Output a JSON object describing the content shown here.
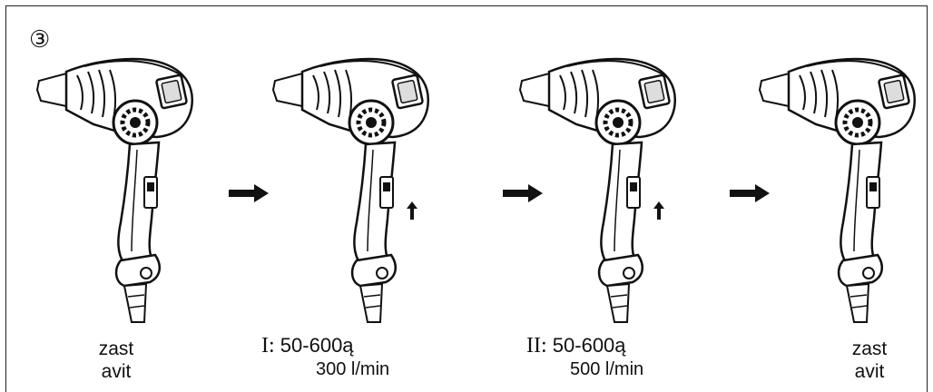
{
  "step_number": "③",
  "labels": {
    "left_line1": "zast",
    "left_line2": "avit",
    "right_line1": "zast",
    "right_line2": "avit"
  },
  "modes": [
    {
      "roman": "I:",
      "range": "50-600ą",
      "flow": "300 l/min"
    },
    {
      "roman": "II:",
      "range": "50-600ą",
      "flow": "500 l/min"
    }
  ],
  "icons": [
    "heat-gun-icon",
    "right-arrow-icon",
    "up-arrow-icon"
  ]
}
